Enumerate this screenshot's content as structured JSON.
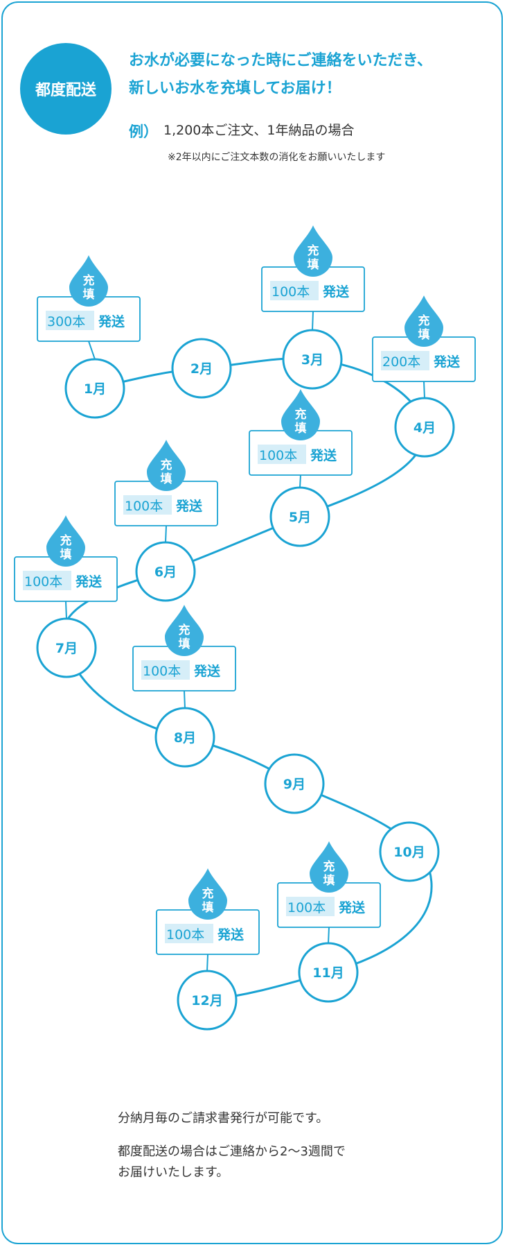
{
  "header": {
    "badge": "都度配送",
    "headline_line1": "お水が必要になった時にご連絡をいただき、",
    "headline_line2": "新しいお水を充填してお届け！",
    "example_label": "例）",
    "example_text": "1,200本ご注文、1年納品の場合",
    "note": "※2年以内にご注文本数の消化をお願いいたします"
  },
  "diagram": {
    "drop_line1": "充",
    "drop_line2": "填",
    "ship_label": "発送",
    "months": [
      {
        "label": "1月",
        "qty": "300本"
      },
      {
        "label": "2月",
        "qty": ""
      },
      {
        "label": "3月",
        "qty": "100本"
      },
      {
        "label": "4月",
        "qty": "200本"
      },
      {
        "label": "5月",
        "qty": "100本"
      },
      {
        "label": "6月",
        "qty": "100本"
      },
      {
        "label": "7月",
        "qty": "100本"
      },
      {
        "label": "8月",
        "qty": "100本"
      },
      {
        "label": "9月",
        "qty": ""
      },
      {
        "label": "10月",
        "qty": ""
      },
      {
        "label": "11月",
        "qty": "100本"
      },
      {
        "label": "12月",
        "qty": "100本"
      }
    ],
    "colors": {
      "accent": "#1aa3d3",
      "drop": "#3cb0de",
      "highlight": "#d6eef8"
    }
  },
  "footer": {
    "line1": "分納月毎のご請求書発行が可能です。",
    "line2a": "都度配送の場合はご連絡から2〜3週間で",
    "line2b": "お届けいたします。"
  }
}
